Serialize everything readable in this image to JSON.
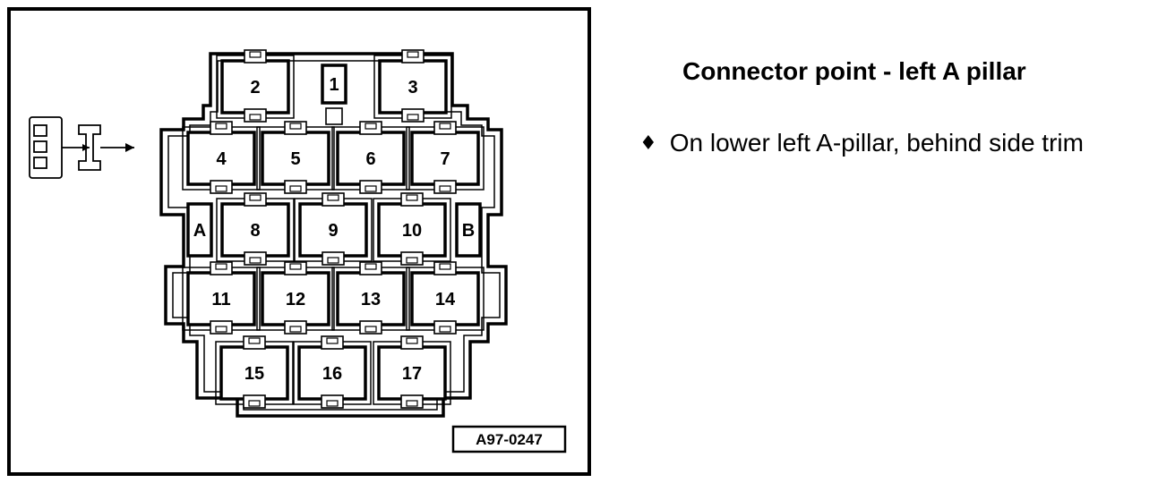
{
  "figure": {
    "reference_code": "A97-0247",
    "cavities": [
      {
        "label": "1",
        "kind": "slot"
      },
      {
        "label": "2",
        "kind": "large"
      },
      {
        "label": "3",
        "kind": "large"
      },
      {
        "label": "4",
        "kind": "large"
      },
      {
        "label": "5",
        "kind": "large"
      },
      {
        "label": "6",
        "kind": "large"
      },
      {
        "label": "7",
        "kind": "large"
      },
      {
        "label": "8",
        "kind": "large"
      },
      {
        "label": "9",
        "kind": "large"
      },
      {
        "label": "10",
        "kind": "large"
      },
      {
        "label": "11",
        "kind": "large"
      },
      {
        "label": "12",
        "kind": "large"
      },
      {
        "label": "13",
        "kind": "large"
      },
      {
        "label": "14",
        "kind": "large"
      },
      {
        "label": "15",
        "kind": "large"
      },
      {
        "label": "16",
        "kind": "large"
      },
      {
        "label": "17",
        "kind": "large"
      },
      {
        "label": "A",
        "kind": "side"
      },
      {
        "label": "B",
        "kind": "side"
      }
    ]
  },
  "info": {
    "title": "Connector point - left A pillar",
    "bullet_icon": "diamond-bullet-icon",
    "bullets": [
      "On lower left A-pillar, behind side trim"
    ]
  }
}
